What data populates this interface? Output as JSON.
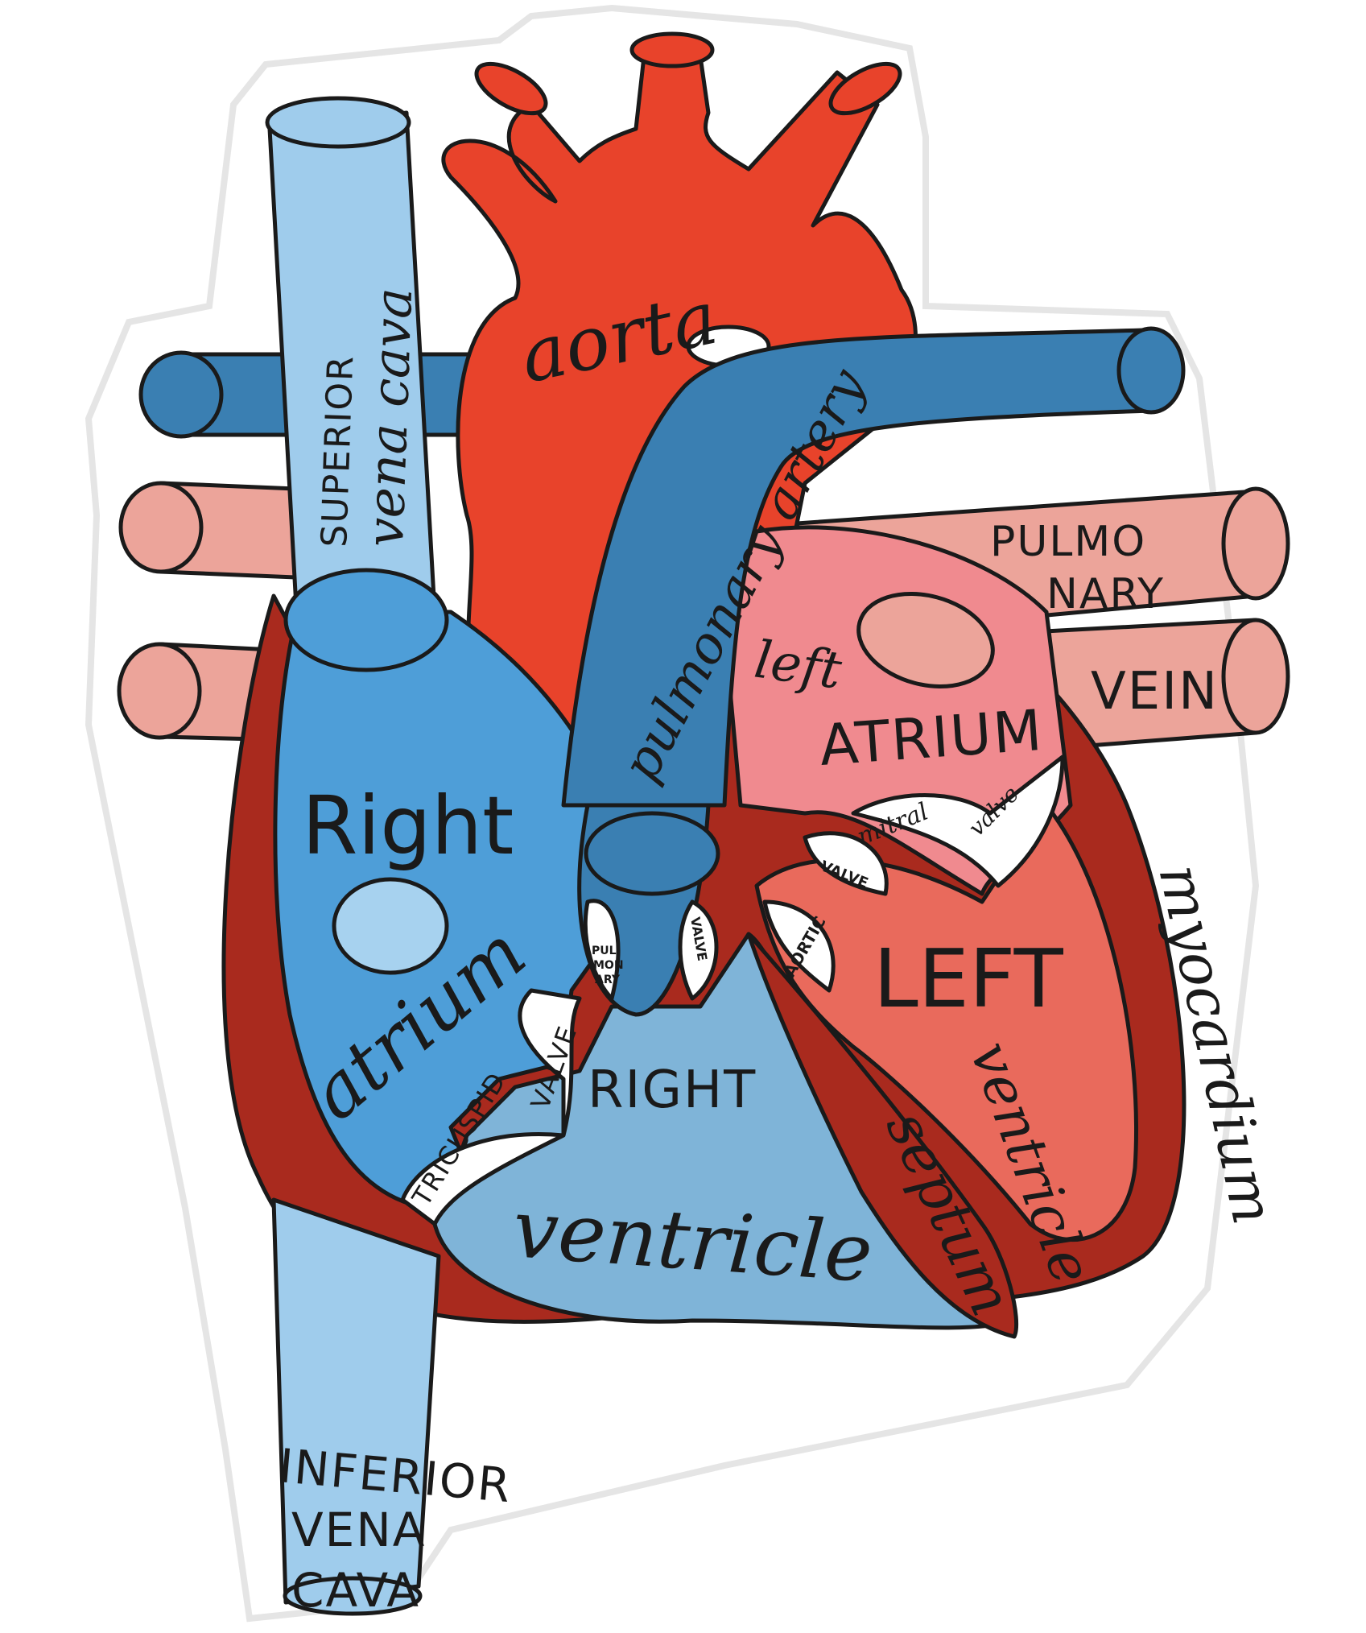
{
  "colors": {
    "sticker_outline": "#ffffff",
    "shadow": "#d9d9d9",
    "ink": "#1a1a1a",
    "aorta_red": "#e8432b",
    "myocardium": "#a92a1e",
    "vena_cava_light": "#9fccec",
    "right_atrium_blue": "#4e9ed8",
    "right_ventricle_blue": "#7fb4d8",
    "pulmonary_artery_blue": "#3a7fb2",
    "pulmonary_vein_pink": "#eca49a",
    "left_atrium_pink": "#f08a8f",
    "left_ventricle_salmon": "#e96a5c",
    "valve_white": "#ffffff"
  },
  "labels": {
    "aorta": "aorta",
    "superior": "SUPERIOR",
    "vena_cava_script": "vena cava",
    "pulmonary_artery": "pulmonary artery",
    "pulmonary_vein_1": "PULMO",
    "pulmonary_vein_2": "NARY",
    "pulmonary_vein_3": "VEIN",
    "right_atrium_1": "Right",
    "right_atrium_2": "atrium",
    "left_atrium_1": "left",
    "left_atrium_2": "ATRIUM",
    "mitral_1": "mitral",
    "mitral_2": "valve",
    "valve_small": "VALVE",
    "pulmonary_valve_1": "PUL",
    "pulmonary_valve_2": "MON",
    "pulmonary_valve_3": "ARY",
    "pulmonary_valve_4": "VALVE",
    "aortic": "AORTIC",
    "tricuspid": "TRICUSPID",
    "tricuspid_valve": "VALVE",
    "right_ventricle_1": "RIGHT",
    "right_ventricle_2": "ventricle",
    "left_ventricle_1": "LEFT",
    "left_ventricle_2": "ventricle",
    "septum": "septum",
    "myocardium": "myocardium",
    "inferior_1": "INFERIOR",
    "inferior_2": "VENA",
    "inferior_3": "CAVA"
  }
}
